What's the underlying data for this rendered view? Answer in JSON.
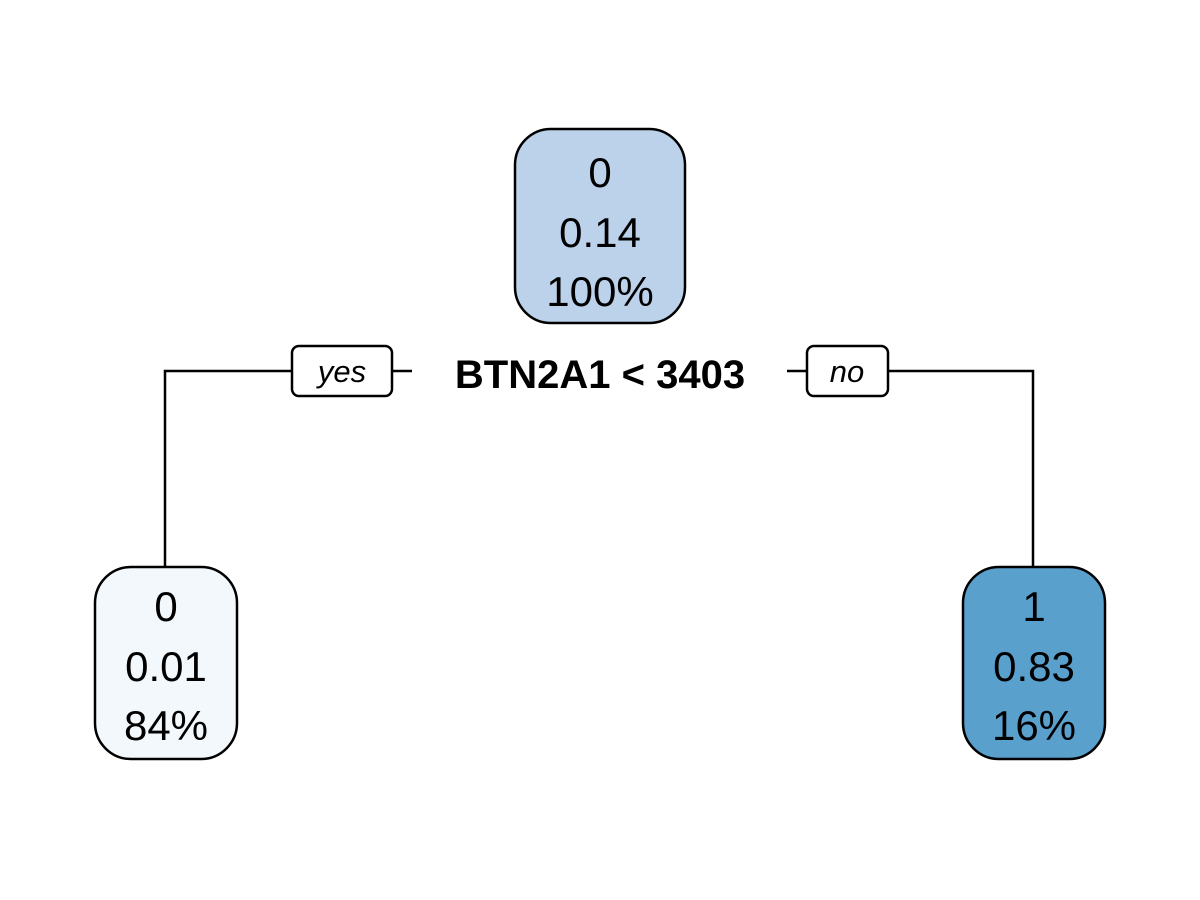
{
  "tree": {
    "root": {
      "class": "0",
      "probability": "0.14",
      "percent": "100%",
      "fill": "#bcd2eb"
    },
    "split": {
      "label": "BTN2A1 < 3403",
      "yes_label": "yes",
      "no_label": "no"
    },
    "left_leaf": {
      "class": "0",
      "probability": "0.01",
      "percent": "84%",
      "fill": "#f3f8fd"
    },
    "right_leaf": {
      "class": "1",
      "probability": "0.83",
      "percent": "16%",
      "fill": "#5aa0cd"
    }
  }
}
